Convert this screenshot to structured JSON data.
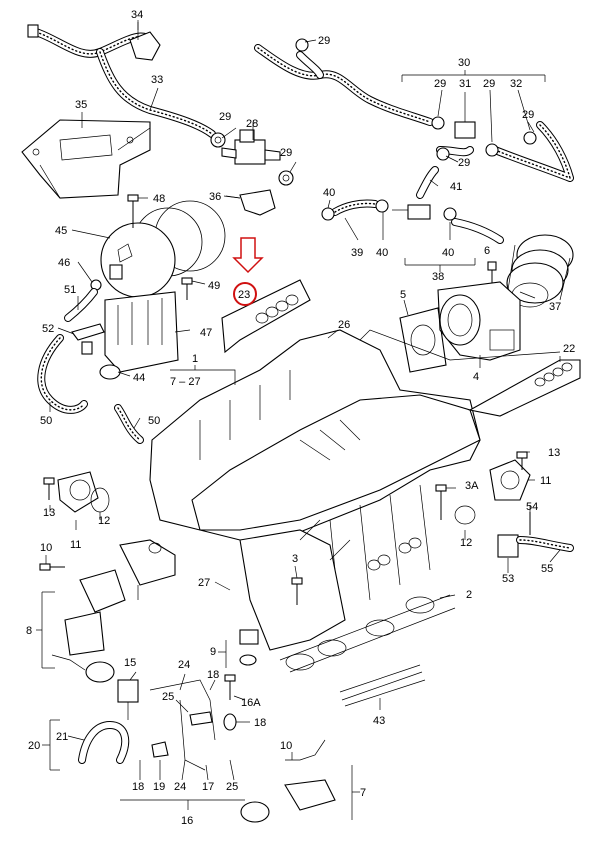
{
  "highlight": {
    "label": "23",
    "color": "#d01010"
  },
  "labels": {
    "l34": "34",
    "l33": "33",
    "l35": "35",
    "l28": "28",
    "l29a": "29",
    "l29b": "29",
    "l36": "36",
    "l29c": "29",
    "l30": "30",
    "l29d": "29",
    "l31": "31",
    "l29e": "29",
    "l32": "32",
    "l29f": "29",
    "l29g": "29",
    "l40a": "40",
    "l41": "41",
    "l48": "48",
    "l45": "45",
    "l46": "46",
    "l49": "49",
    "l51": "51",
    "l47": "47",
    "l52": "52",
    "l44": "44",
    "l50a": "50",
    "l50b": "50",
    "l1": "1",
    "l7_27": "7 – 27",
    "l39": "39",
    "l40b": "40",
    "l40c": "40",
    "l38": "38",
    "l6": "6",
    "l37": "37",
    "l5": "5",
    "l26": "26",
    "l4": "4",
    "l22": "22",
    "l13a": "13",
    "l12a": "12",
    "l11a": "11",
    "l13b": "13",
    "l11b": "11",
    "l3A": "3A",
    "l12b": "12",
    "l54": "54",
    "l55": "55",
    "l53": "53",
    "l10a": "10",
    "l3": "3",
    "l27": "27",
    "l2": "2",
    "l8": "8",
    "l9": "9",
    "l15": "15",
    "l24a": "24",
    "l18a": "18",
    "l25a": "25",
    "l16A": "16A",
    "l18b": "18",
    "l43": "43",
    "l21": "21",
    "l20": "20",
    "l10b": "10",
    "l7b": "7",
    "l18c": "18",
    "l19": "19",
    "l24b": "24",
    "l17": "17",
    "l25b": "25",
    "l16": "16"
  }
}
